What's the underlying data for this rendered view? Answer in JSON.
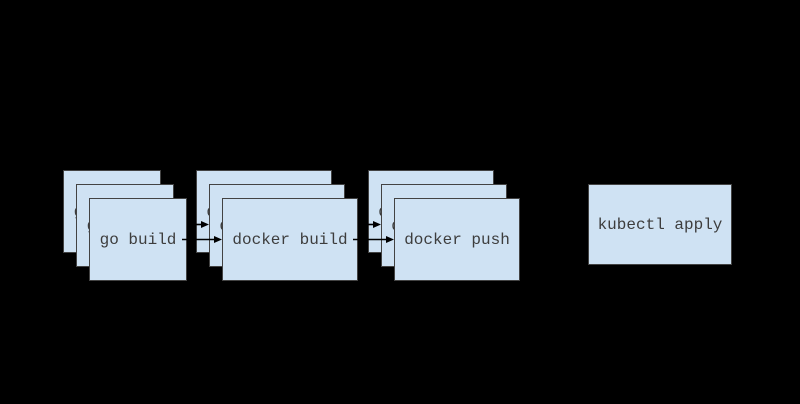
{
  "colors": {
    "bg": "#000000",
    "box_fill": "#cfe2f3",
    "box_border": "#434343",
    "text_color": "#3d3d3d",
    "arrow_color": "#000000"
  },
  "pipeline": {
    "stages": [
      {
        "id": "go-build",
        "label": "go build",
        "copies": 3
      },
      {
        "id": "docker-build",
        "label": "docker build",
        "copies": 3
      },
      {
        "id": "docker-push",
        "label": "docker push",
        "copies": 3
      },
      {
        "id": "kubectl-apply",
        "label": "kubectl apply",
        "copies": 1
      }
    ],
    "connections": [
      {
        "from": "go-build",
        "to": "docker-build"
      },
      {
        "from": "docker-build",
        "to": "docker-push"
      },
      {
        "from": "docker-push",
        "to": "kubectl-apply"
      }
    ]
  }
}
